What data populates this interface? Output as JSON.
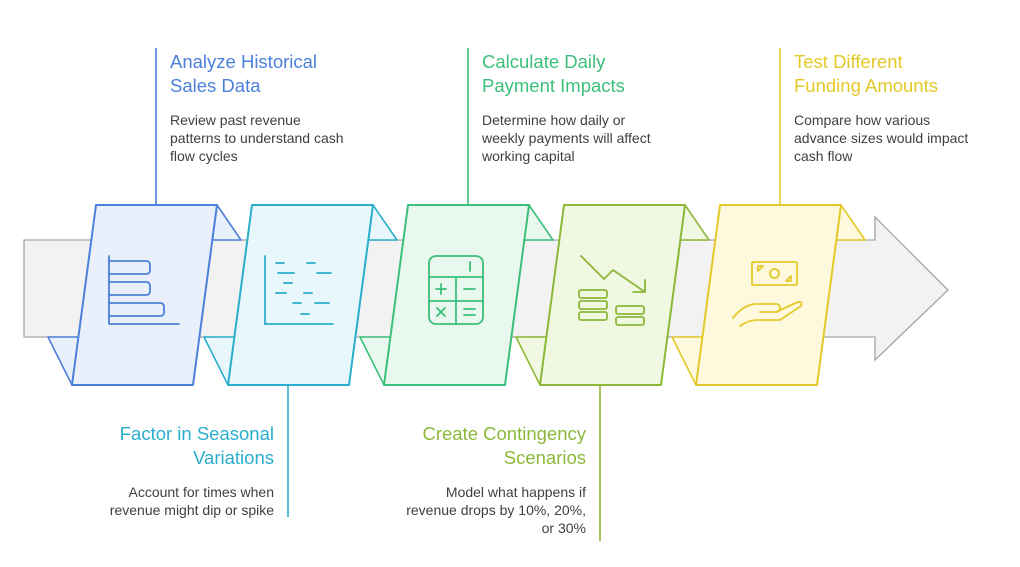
{
  "steps": [
    {
      "title": "Analyze Historical Sales Data",
      "title_lines": [
        "Analyze Historical",
        "Sales Data"
      ],
      "description_lines": [
        "Review past revenue",
        "patterns to understand cash",
        "flow cycles"
      ],
      "icon": "bar-chart-icon",
      "color": "#4c80d9",
      "fill": "#eaf0fb"
    },
    {
      "title": "Factor in Seasonal Variations",
      "title_lines": [
        "Factor in Seasonal",
        "Variations"
      ],
      "description_lines": [
        "Account for times when",
        "revenue might dip or spike"
      ],
      "icon": "scattered-dashes-chart-icon",
      "color": "#2aaecc",
      "fill": "#e8f7fc"
    },
    {
      "title": "Calculate Daily Payment Impacts",
      "title_lines": [
        "Calculate Daily",
        "Payment Impacts"
      ],
      "description_lines": [
        "Determine how daily or",
        "weekly payments will affect",
        "working capital"
      ],
      "icon": "calculator-icon",
      "color": "#3cbf7a",
      "fill": "#e8f8ee"
    },
    {
      "title": "Create Contingency Scenarios",
      "title_lines": [
        "Create Contingency",
        "Scenarios"
      ],
      "description_lines": [
        "Model what happens if",
        "revenue drops by 10%, 20%,",
        "or 30%"
      ],
      "icon": "coins-decline-icon",
      "color": "#8cb83a",
      "fill": "#f1f8e1"
    },
    {
      "title": "Test Different Funding Amounts",
      "title_lines": [
        "Test Different",
        "Funding Amounts"
      ],
      "description_lines": [
        "Compare how various",
        "advance sizes would impact",
        "cash flow"
      ],
      "icon": "money-hand-icon",
      "color": "#e3c92a",
      "fill": "#fef9dc"
    }
  ],
  "arrow": {
    "fill": "#f2f2f2",
    "stroke": "#a6a6a6"
  }
}
